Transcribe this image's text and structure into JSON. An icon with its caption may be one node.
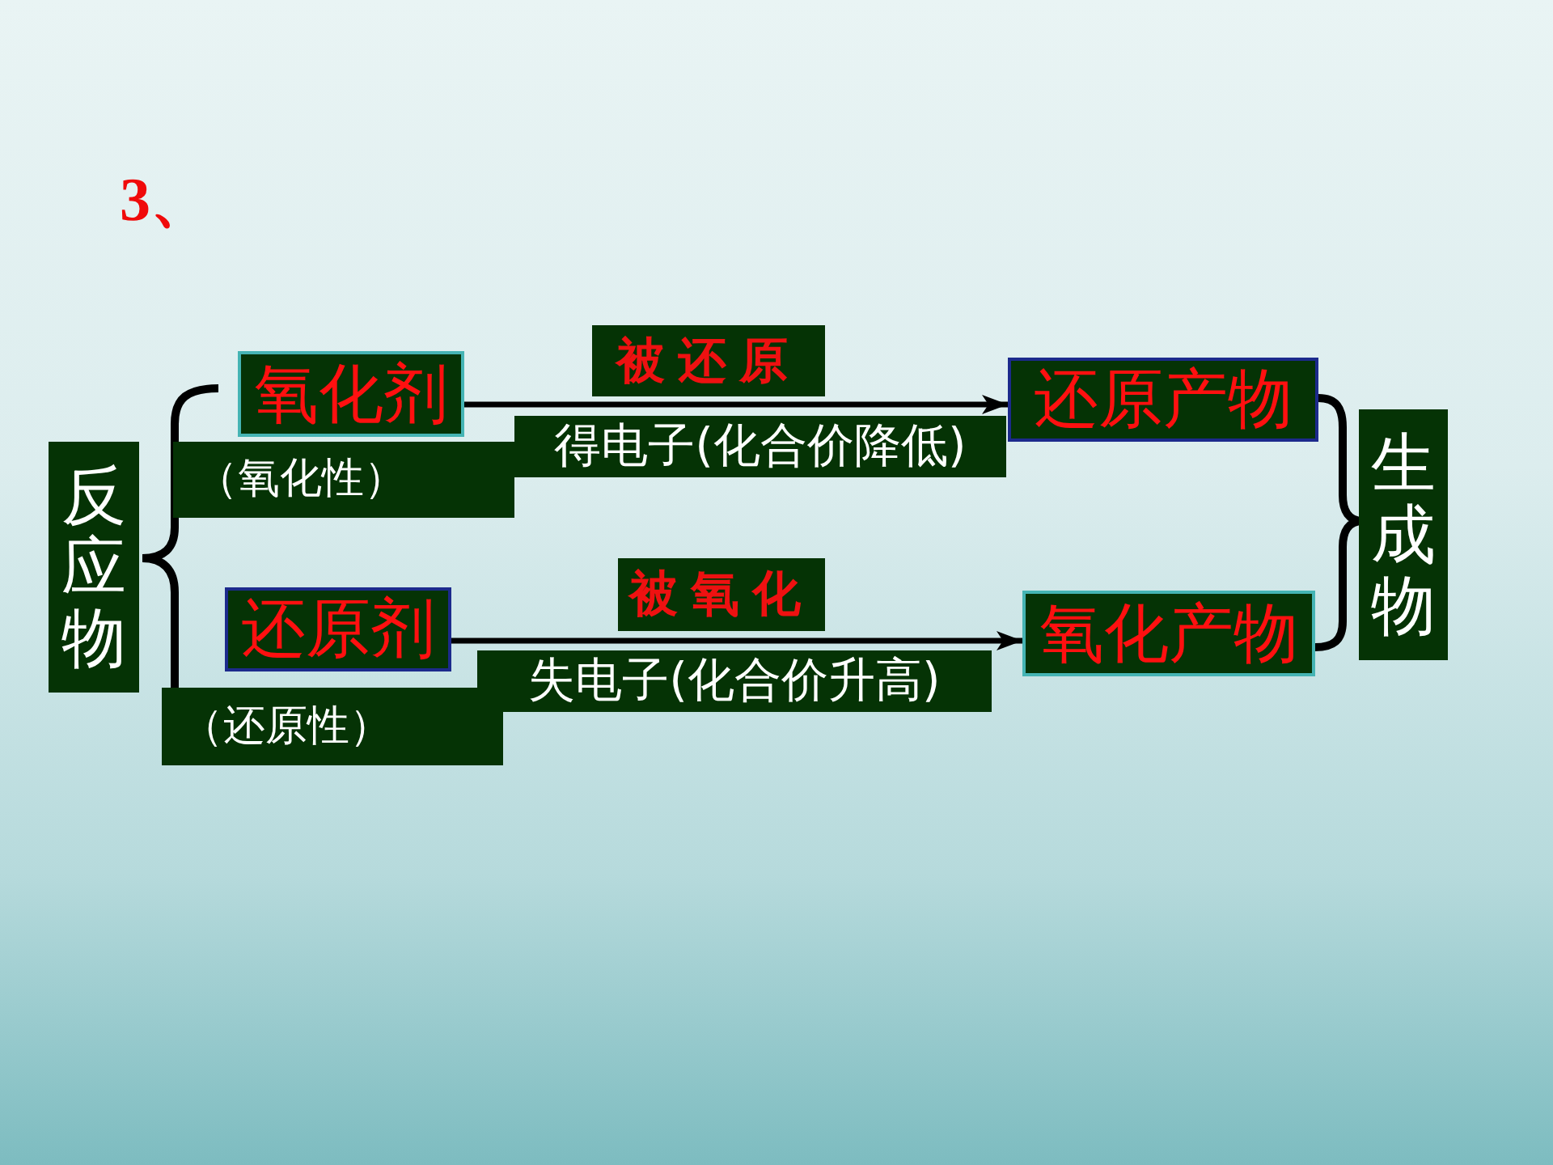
{
  "diagram": {
    "title": "3、",
    "nodes": [
      {
        "text": [
          "反应物"
        ]
      },
      {
        "text": [
          "氧化剂"
        ]
      },
      {
        "text": [
          "（氧化性）"
        ]
      },
      {
        "text": [
          "被还原"
        ]
      },
      {
        "text": [
          "得电子(化合价降低)"
        ]
      },
      {
        "text": [
          "还原产物"
        ]
      },
      {
        "text": [
          "还原剂"
        ]
      },
      {
        "text": [
          "被氧化"
        ]
      },
      {
        "text": [
          "失电子(化合价升高)"
        ]
      },
      {
        "text": [
          "（还原性）"
        ]
      },
      {
        "text": [
          "氧化产物"
        ]
      },
      {
        "text": [
          "生成物"
        ]
      }
    ],
    "edges": [
      {
        "from": 1,
        "to": 5,
        "arrow": "to"
      },
      {
        "from": 6,
        "to": 10,
        "arrow": "to"
      }
    ]
  }
}
